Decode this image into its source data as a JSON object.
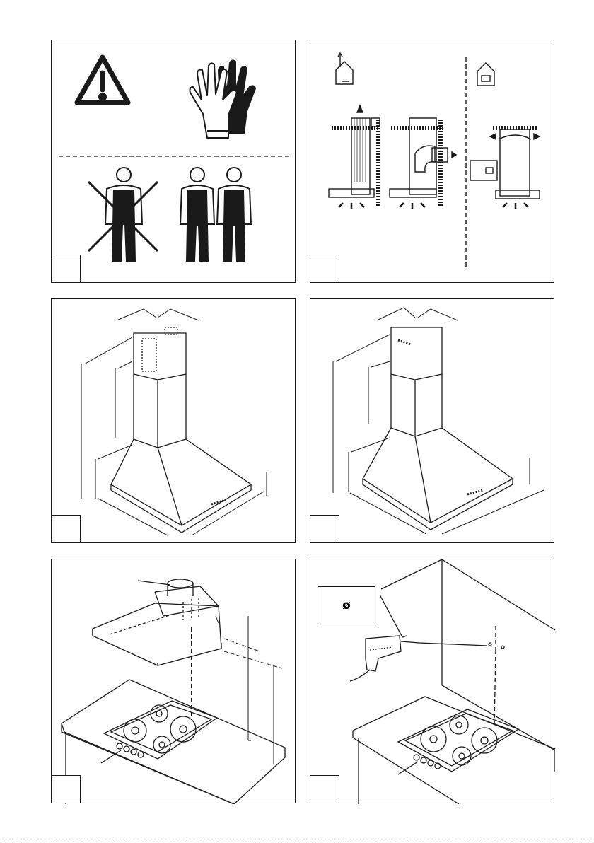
{
  "panels": [
    {
      "id": "p1",
      "figure": "safety"
    },
    {
      "id": "p2",
      "figure": "operating-modes"
    },
    {
      "id": "p3",
      "figure": "dimensions-a"
    },
    {
      "id": "p4",
      "figure": "dimensions-b"
    },
    {
      "id": "p5",
      "figure": "installation-height"
    },
    {
      "id": "p6",
      "figure": "drilling"
    }
  ],
  "drill_callout": {
    "symbol": "ø"
  },
  "colors": {
    "line": "#1a1a1a",
    "paper": "#ffffff"
  },
  "icons": [
    "warning-icon",
    "gloves-icon",
    "single-person-crossed-icon",
    "two-persons-icon",
    "extraction-mode-icon",
    "recirculation-mode-icon",
    "drill-icon"
  ]
}
